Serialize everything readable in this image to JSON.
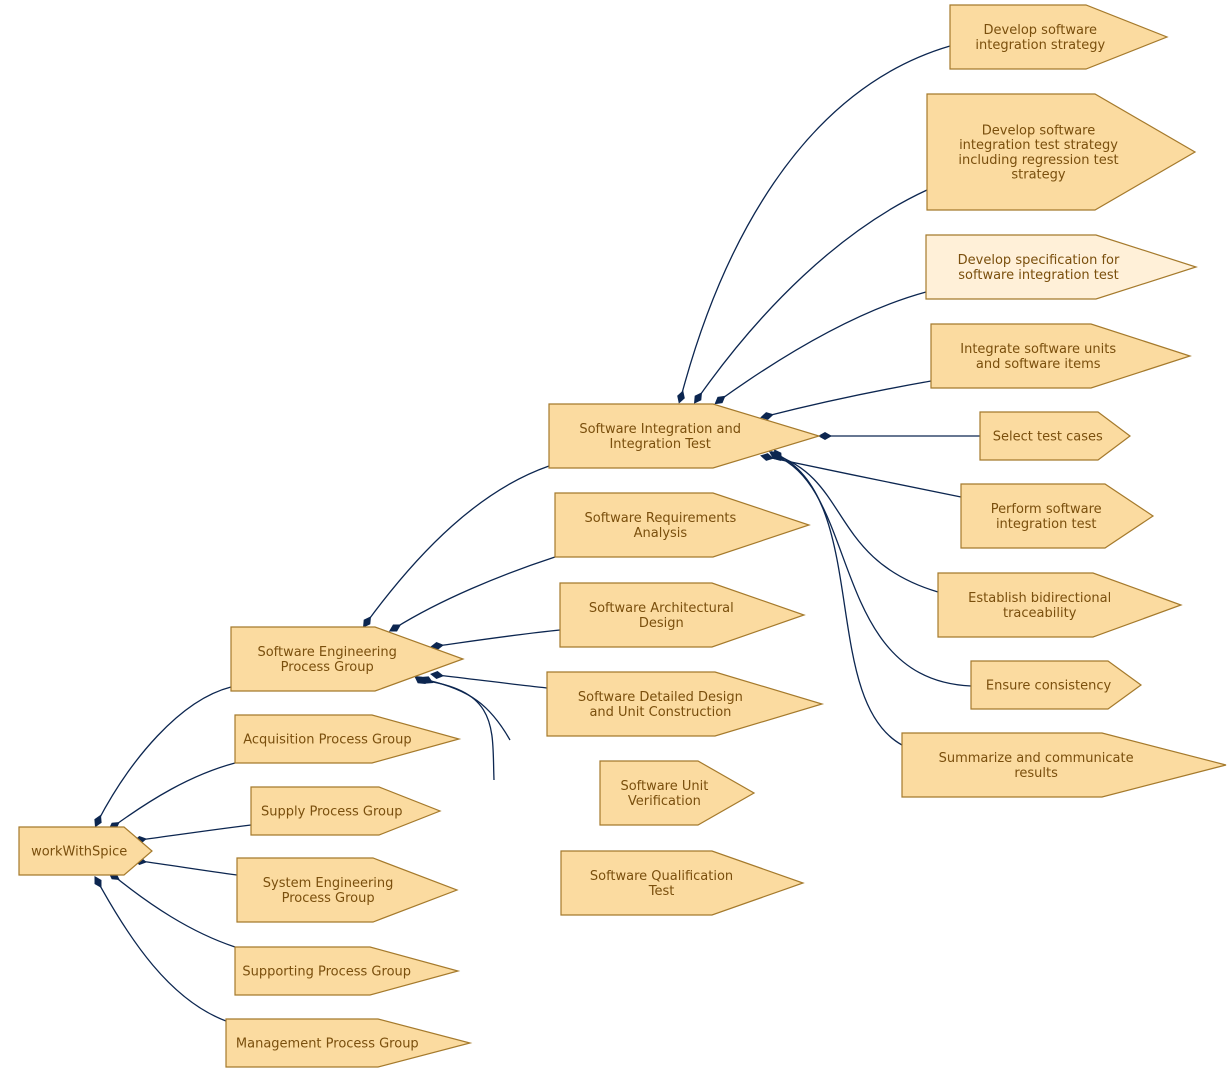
{
  "colors": {
    "node_fill": "#fbdba0",
    "node_fill_light": "#fff0d8",
    "node_stroke": "#a57a2c",
    "edge": "#0c2650",
    "text": "#7a4f0d"
  },
  "nodes": {
    "root": {
      "lines": [
        "workWithSpice"
      ]
    },
    "swe_group": {
      "lines": [
        "Software Engineering",
        "Process Group"
      ]
    },
    "acq_group": {
      "lines": [
        "Acquisition Process Group"
      ]
    },
    "sup_group": {
      "lines": [
        "Supply Process Group"
      ]
    },
    "sys_group": {
      "lines": [
        "System Engineering",
        "Process Group"
      ]
    },
    "supp_group": {
      "lines": [
        "Supporting Process Group"
      ]
    },
    "man_group": {
      "lines": [
        "Management Process Group"
      ]
    },
    "sw_int": {
      "lines": [
        "Software Integration and",
        "Integration Test"
      ]
    },
    "sw_req": {
      "lines": [
        "Software Requirements",
        "Analysis"
      ]
    },
    "sw_arch": {
      "lines": [
        "Software Architectural",
        "Design"
      ]
    },
    "sw_det": {
      "lines": [
        "Software Detailed Design",
        "and Unit Construction"
      ]
    },
    "sw_unit": {
      "lines": [
        "Software Unit",
        "Verification"
      ]
    },
    "sw_qual": {
      "lines": [
        "Software Qualification",
        "Test"
      ]
    },
    "t_strategy": {
      "lines": [
        "Develop software",
        "integration strategy"
      ]
    },
    "t_test_strategy": {
      "lines": [
        "Develop software",
        "integration test strategy",
        "including regression test",
        "strategy"
      ]
    },
    "t_spec": {
      "lines": [
        "Develop specification for",
        "software integration test"
      ]
    },
    "t_integrate": {
      "lines": [
        "Integrate software units",
        "and software items"
      ]
    },
    "t_select": {
      "lines": [
        "Select test cases"
      ]
    },
    "t_perform": {
      "lines": [
        "Perform software",
        "integration test"
      ]
    },
    "t_trace": {
      "lines": [
        "Establish bidirectional",
        "traceability"
      ]
    },
    "t_consist": {
      "lines": [
        "Ensure consistency"
      ]
    },
    "t_summarize": {
      "lines": [
        "Summarize and communicate",
        "results"
      ]
    }
  }
}
